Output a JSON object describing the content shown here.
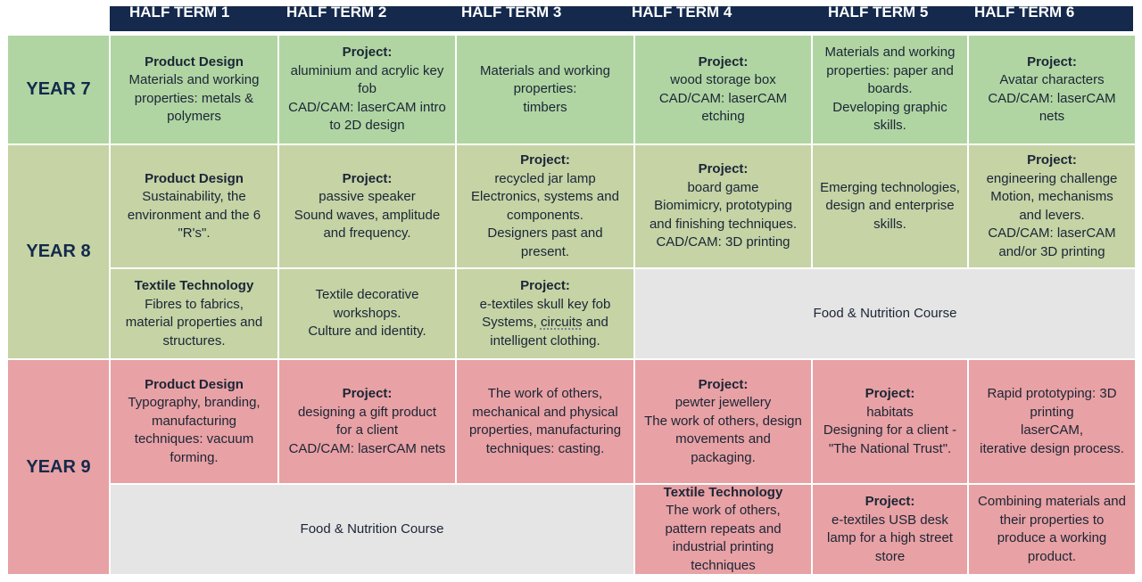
{
  "header": {
    "terms": [
      "HALF TERM 1",
      "HALF TERM 2",
      "HALF TERM 3",
      "HALF TERM 4",
      "HALF TERM 5",
      "HALF TERM 6"
    ]
  },
  "years": {
    "y7": "YEAR 7",
    "y8": "YEAR 8",
    "y9": "YEAR 9"
  },
  "cells": {
    "y7_ht1": {
      "title": "Product Design",
      "lines": [
        "Materials and working",
        "properties: metals &",
        "polymers"
      ]
    },
    "y7_ht2": {
      "title": "Project:",
      "lines": [
        "aluminium and acrylic key",
        "fob",
        "CAD/CAM: laserCAM intro",
        "to 2D design"
      ]
    },
    "y7_ht3": {
      "lines": [
        "Materials and working",
        "properties:",
        "timbers"
      ]
    },
    "y7_ht4": {
      "title": "Project:",
      "lines": [
        "wood storage box",
        "CAD/CAM: laserCAM",
        "etching"
      ]
    },
    "y7_ht5": {
      "lines": [
        "Materials and working",
        "properties: paper and",
        "boards.",
        "Developing graphic",
        "skills."
      ]
    },
    "y7_ht6": {
      "title": "Project:",
      "lines": [
        "Avatar characters",
        "CAD/CAM: laserCAM",
        "nets"
      ]
    },
    "y8_pd_ht1": {
      "title": "Product Design",
      "lines": [
        "Sustainability, the",
        "environment and the 6",
        "\"R's\"."
      ]
    },
    "y8_pd_ht2": {
      "title": "Project:",
      "lines": [
        "passive speaker",
        "Sound waves, amplitude",
        "and frequency."
      ]
    },
    "y8_pd_ht3": {
      "title": "Project:",
      "lines": [
        "recycled jar lamp",
        "Electronics, systems and",
        "components.",
        "Designers past and",
        "present."
      ]
    },
    "y8_pd_ht4": {
      "title": "Project:",
      "lines": [
        "board game",
        "Biomimicry, prototyping",
        "and finishing techniques.",
        "CAD/CAM: 3D printing"
      ]
    },
    "y8_pd_ht5": {
      "lines": [
        "Emerging technologies,",
        "design and enterprise",
        "skills."
      ]
    },
    "y8_pd_ht6": {
      "title": "Project:",
      "lines": [
        "engineering challenge",
        "Motion, mechanisms",
        "and levers.",
        "CAD/CAM: laserCAM",
        "and/or 3D printing"
      ]
    },
    "y8_tt_ht1": {
      "title": "Textile Technology",
      "lines": [
        "Fibres to fabrics,",
        "material properties and",
        "structures."
      ]
    },
    "y8_tt_ht2": {
      "lines": [
        "Textile decorative",
        "workshops.",
        "Culture and identity."
      ]
    },
    "y8_tt_ht3": {
      "title": "Project:",
      "line1": "e-textiles skull key fob",
      "line2_pre": "Systems, ",
      "line2_link": "circuits",
      "line2_post": " and",
      "line3": "intelligent clothing."
    },
    "y8_food": "Food & Nutrition Course",
    "y9_pd_ht1": {
      "title": "Product Design",
      "lines": [
        "Typography, branding,",
        "manufacturing",
        "techniques: vacuum",
        "forming."
      ]
    },
    "y9_pd_ht2": {
      "title": "Project:",
      "lines": [
        "designing a gift product",
        "for a client",
        "CAD/CAM: laserCAM nets"
      ]
    },
    "y9_pd_ht3": {
      "lines": [
        "The work of others,",
        "mechanical and physical",
        "properties, manufacturing",
        "techniques: casting."
      ]
    },
    "y9_pd_ht4": {
      "title": "Project:",
      "lines": [
        "pewter jewellery",
        "The work of others, design",
        "movements and",
        "packaging."
      ]
    },
    "y9_pd_ht5": {
      "title": "Project:",
      "lines": [
        "habitats",
        "Designing for a client -",
        "\"The National Trust\"."
      ]
    },
    "y9_pd_ht6": {
      "lines": [
        "Rapid prototyping: 3D",
        "printing",
        "laserCAM,",
        "iterative design process."
      ]
    },
    "y9_food": "Food & Nutrition Course",
    "y9_tt_ht4": {
      "title": "Textile Technology",
      "lines": [
        "The work of others,",
        "pattern repeats and",
        "industrial printing",
        "techniques"
      ]
    },
    "y9_tt_ht5": {
      "title": "Project:",
      "lines": [
        "e-textiles USB desk",
        "lamp for a high street",
        "store"
      ]
    },
    "y9_tt_ht6": {
      "lines": [
        "Combining materials and",
        "their properties to",
        "produce a working",
        "product."
      ]
    }
  }
}
